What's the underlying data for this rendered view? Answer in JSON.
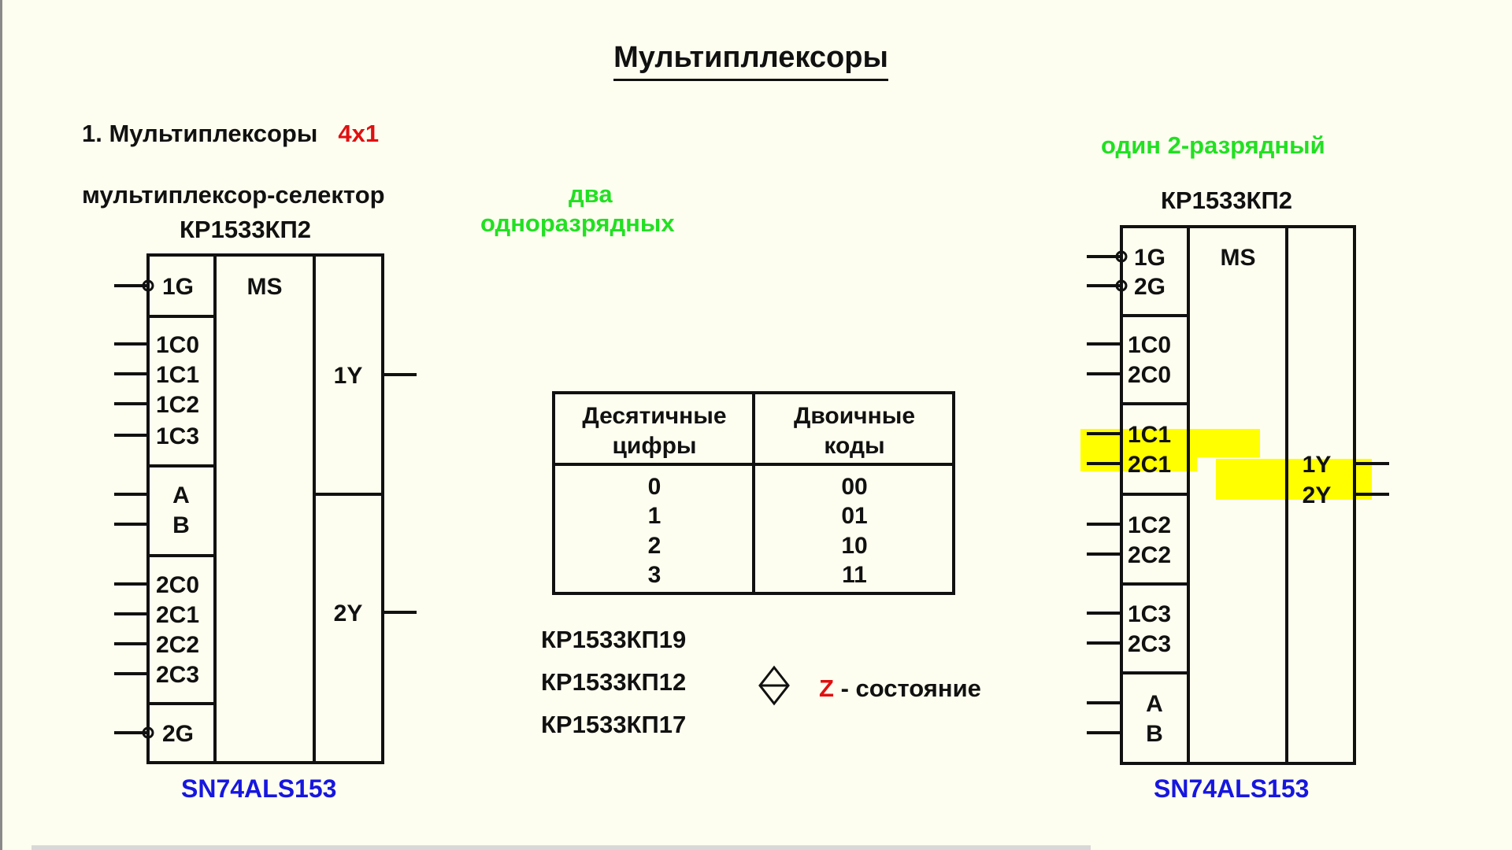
{
  "title": "Мультипллексоры",
  "heading": {
    "text": "1. Мультиплексоры",
    "size": "4x1"
  },
  "left_block": {
    "subtitle_line1": "мультиплексор-селектор",
    "subtitle_line2": "КР1533КП2",
    "chip_name": "SN74ALS153",
    "ms": "MS",
    "pins_in": [
      "1G",
      "1C0",
      "1C1",
      "1C2",
      "1C3",
      "A",
      "B",
      "2C0",
      "2C1",
      "2C2",
      "2C3",
      "2G"
    ],
    "pins_out": [
      "1Y",
      "2Y"
    ]
  },
  "green_label_left": {
    "line1": "два",
    "line2": "одноразрядных"
  },
  "right_block": {
    "green_label": "один 2-разрядный",
    "title": "КР1533КП2",
    "chip_name": "SN74ALS153",
    "ms": "MS",
    "pins_in": [
      "1G",
      "2G",
      "1C0",
      "2C0",
      "1C1",
      "2C1",
      "1C2",
      "2C2",
      "1C3",
      "2C3",
      "A",
      "B"
    ],
    "pins_out": [
      "1Y",
      "2Y"
    ],
    "highlight_color": "#ffff00"
  },
  "table": {
    "headers": [
      [
        "Десятичные",
        "цифры"
      ],
      [
        "Двоичные",
        "коды"
      ]
    ],
    "rows": [
      [
        "0",
        "00"
      ],
      [
        "1",
        "01"
      ],
      [
        "2",
        "10"
      ],
      [
        "3",
        "11"
      ]
    ]
  },
  "parts": [
    "КР1533КП19",
    "КР1533КП12",
    "КР1533КП17"
  ],
  "state": {
    "z": "Z",
    "text": "- состояние"
  },
  "colors": {
    "background": "#fefef0",
    "red": "#e01010",
    "green": "#22e022",
    "blue": "#1616e0",
    "highlight": "#ffff00"
  },
  "icons": [
    "diamond-arrow-icon"
  ]
}
